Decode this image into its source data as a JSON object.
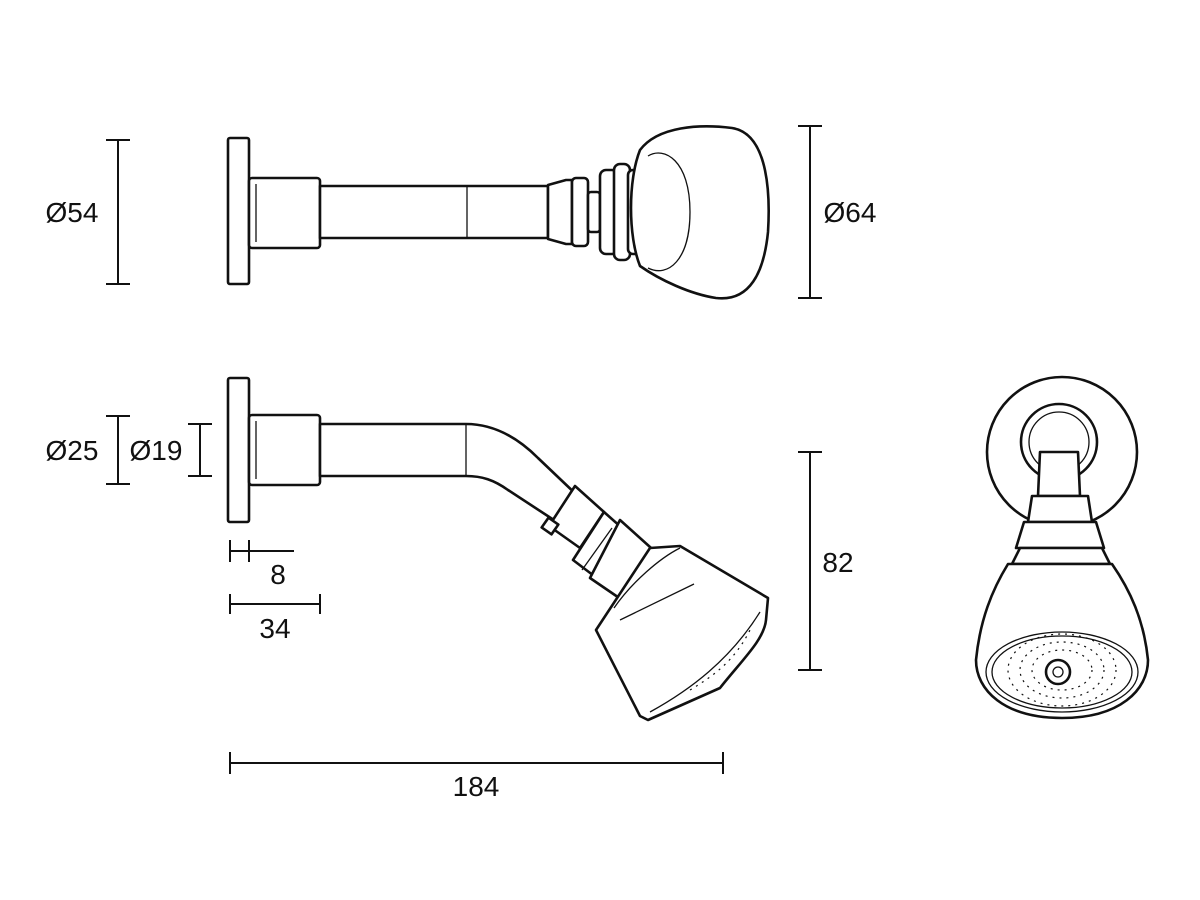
{
  "dimensions": {
    "top_pipe_diameter": "Ø54",
    "top_head_diameter": "Ø64",
    "flange_outer_diameter": "Ø25",
    "pipe_inner_diameter": "Ø19",
    "flange_thickness": "8",
    "flange_depth": "34",
    "drop_height": "82",
    "overall_length": "184"
  },
  "colors": {
    "line": "#111111",
    "background": "#ffffff"
  }
}
